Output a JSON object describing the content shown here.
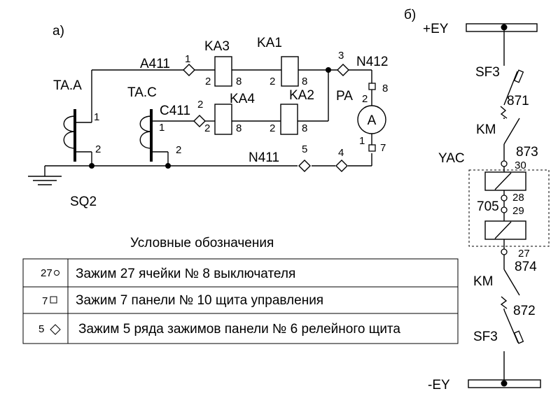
{
  "panel_a": {
    "tag": "а)",
    "labels": {
      "ta_a": "TA.A",
      "ta_c": "TA.C",
      "sq2": "SQ2",
      "a411": "A411",
      "c411": "C411",
      "n411": "N411",
      "n412": "N412",
      "ka3": "KA3",
      "ka1": "KA1",
      "ka4": "KA4",
      "ka2": "KA2",
      "pa": "PA",
      "ammeter": "A"
    },
    "pins": {
      "taa_1": "1",
      "taa_2": "2",
      "tac_1": "1",
      "tac_2": "2",
      "a411_1": "1",
      "c411_2": "2",
      "ka3_2": "2",
      "ka3_8": "8",
      "ka1_2": "2",
      "ka1_8": "8",
      "ka4_2": "2",
      "ka4_8": "8",
      "ka2_2": "2",
      "ka2_8": "8",
      "n412_3": "3",
      "pa_2": "2",
      "pa_1": "1",
      "sq8": "8",
      "sq7": "7",
      "n411_5": "5",
      "n411_4": "4"
    }
  },
  "panel_b": {
    "tag": "б)",
    "labels": {
      "pos_bus": "+EY",
      "neg_bus": "-EY",
      "sf3_top": "SF3",
      "sf3_bot": "SF3",
      "km_top": "KM",
      "km_bot": "KM",
      "yac": "YAC",
      "n871": "871",
      "n873": "873",
      "n874": "874",
      "n872": "872",
      "n705": "705"
    },
    "pins": {
      "p30": "30",
      "p28": "28",
      "p29": "29",
      "p27": "27"
    }
  },
  "legend": {
    "title": "Условные обозначения",
    "rows": [
      {
        "symbol": "27",
        "text": "Зажим 27 ячейки  № 8 выключателя"
      },
      {
        "symbol": "7",
        "text": "Зажим 7 панели № 10 щита управления"
      },
      {
        "symbol": "5",
        "text": "Зажим 5 ряда зажимов панели № 6 релейного щита"
      }
    ]
  }
}
